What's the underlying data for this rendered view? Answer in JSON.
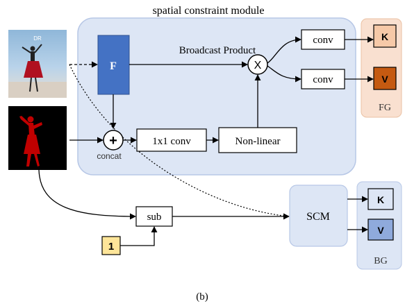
{
  "title": "spatial constraint module",
  "caption": "(b)",
  "nodes": {
    "f_block": "F",
    "add_symbol": "+",
    "concat_label": "concat",
    "conv1x1": "1x1 conv",
    "nonlinear": "Non-linear",
    "broadcast_product_label": "Broadcast Product",
    "multiply_symbol": "X",
    "conv_top": "conv",
    "conv_bottom": "conv",
    "fg_k": "K",
    "fg_v": "V",
    "fg_label": "FG",
    "sub": "sub",
    "one": "1",
    "scm": "SCM",
    "bg_k": "K",
    "bg_v": "V",
    "bg_label": "BG"
  },
  "colors": {
    "module_bg": "#dde6f5",
    "module_border": "#b7c7e6",
    "f_block": "#4472c4",
    "fg_bg": "#f9e0d0",
    "fg_k": "#f6c9a8",
    "fg_v": "#c55a11",
    "bg_bg": "#dde6f5",
    "bg_k": "#dde6f5",
    "bg_v": "#8faadc",
    "one_box": "#fee599",
    "silhouette": "#c00000"
  }
}
